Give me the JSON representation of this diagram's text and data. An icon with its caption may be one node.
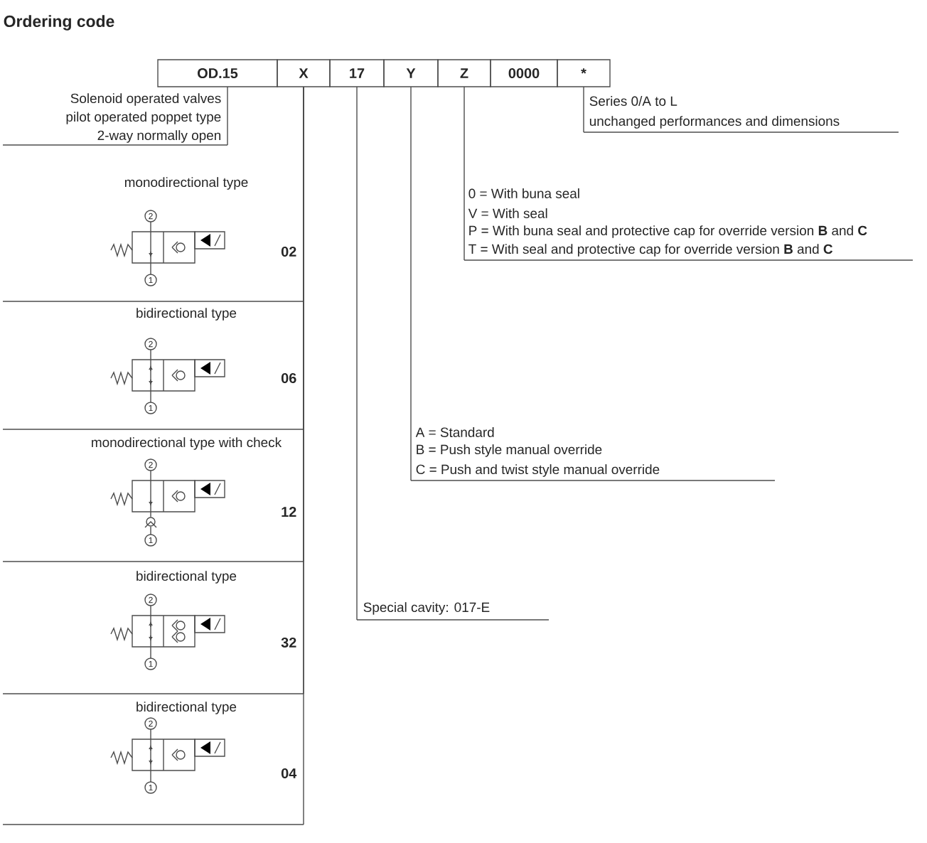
{
  "diagram": {
    "title": "Ordering code",
    "nodes": [
      {
        "text": [
          "OD.15"
        ]
      },
      {
        "text": [
          "X"
        ]
      },
      {
        "text": [
          "17"
        ]
      },
      {
        "text": [
          "Y"
        ]
      },
      {
        "text": [
          "Z"
        ]
      },
      {
        "text": [
          "0000"
        ]
      },
      {
        "text": [
          "*"
        ]
      },
      {
        "text": [
          "Solenoid operated valves",
          "pilot operated poppet type",
          "2-way normally open"
        ]
      },
      {
        "text": [
          "Series 0/A to L",
          "unchanged performances and dimensions"
        ]
      },
      {
        "text": [
          "monodirectional type",
          "02"
        ]
      },
      {
        "text": [
          "bidirectional type",
          "06"
        ]
      },
      {
        "text": [
          "monodirectional type with check",
          "12"
        ]
      },
      {
        "text": [
          "bidirectional type",
          "32"
        ]
      },
      {
        "text": [
          "bidirectional type",
          "04"
        ]
      },
      {
        "text": [
          "0 = With buna seal",
          "V = With seal",
          "P = With buna seal and protective cap for override version **B** and **C**",
          "T = With seal and protective cap for override version **B** and **C**"
        ]
      },
      {
        "text": [
          "A = Standard",
          "B = Push style manual override",
          "C = Push and twist style manual override"
        ]
      },
      {
        "text": [
          "Special cavity: 017-E"
        ]
      }
    ],
    "edges": [
      {
        "from": 0,
        "to": 7,
        "arrow": "none"
      },
      {
        "from": 6,
        "to": 8,
        "arrow": "none"
      },
      {
        "from": 4,
        "to": 14,
        "arrow": "none"
      },
      {
        "from": 3,
        "to": 15,
        "arrow": "none"
      },
      {
        "from": 2,
        "to": 16,
        "arrow": "none"
      },
      {
        "from": 1,
        "to": 9,
        "arrow": "none"
      },
      {
        "from": 1,
        "to": 10,
        "arrow": "none"
      },
      {
        "from": 1,
        "to": 11,
        "arrow": "none"
      },
      {
        "from": 1,
        "to": 12,
        "arrow": "none"
      },
      {
        "from": 1,
        "to": 13,
        "arrow": "none"
      }
    ],
    "labels": [
      "2",
      "1",
      "2",
      "1",
      "2",
      "1",
      "2",
      "1",
      "2",
      "1"
    ]
  }
}
